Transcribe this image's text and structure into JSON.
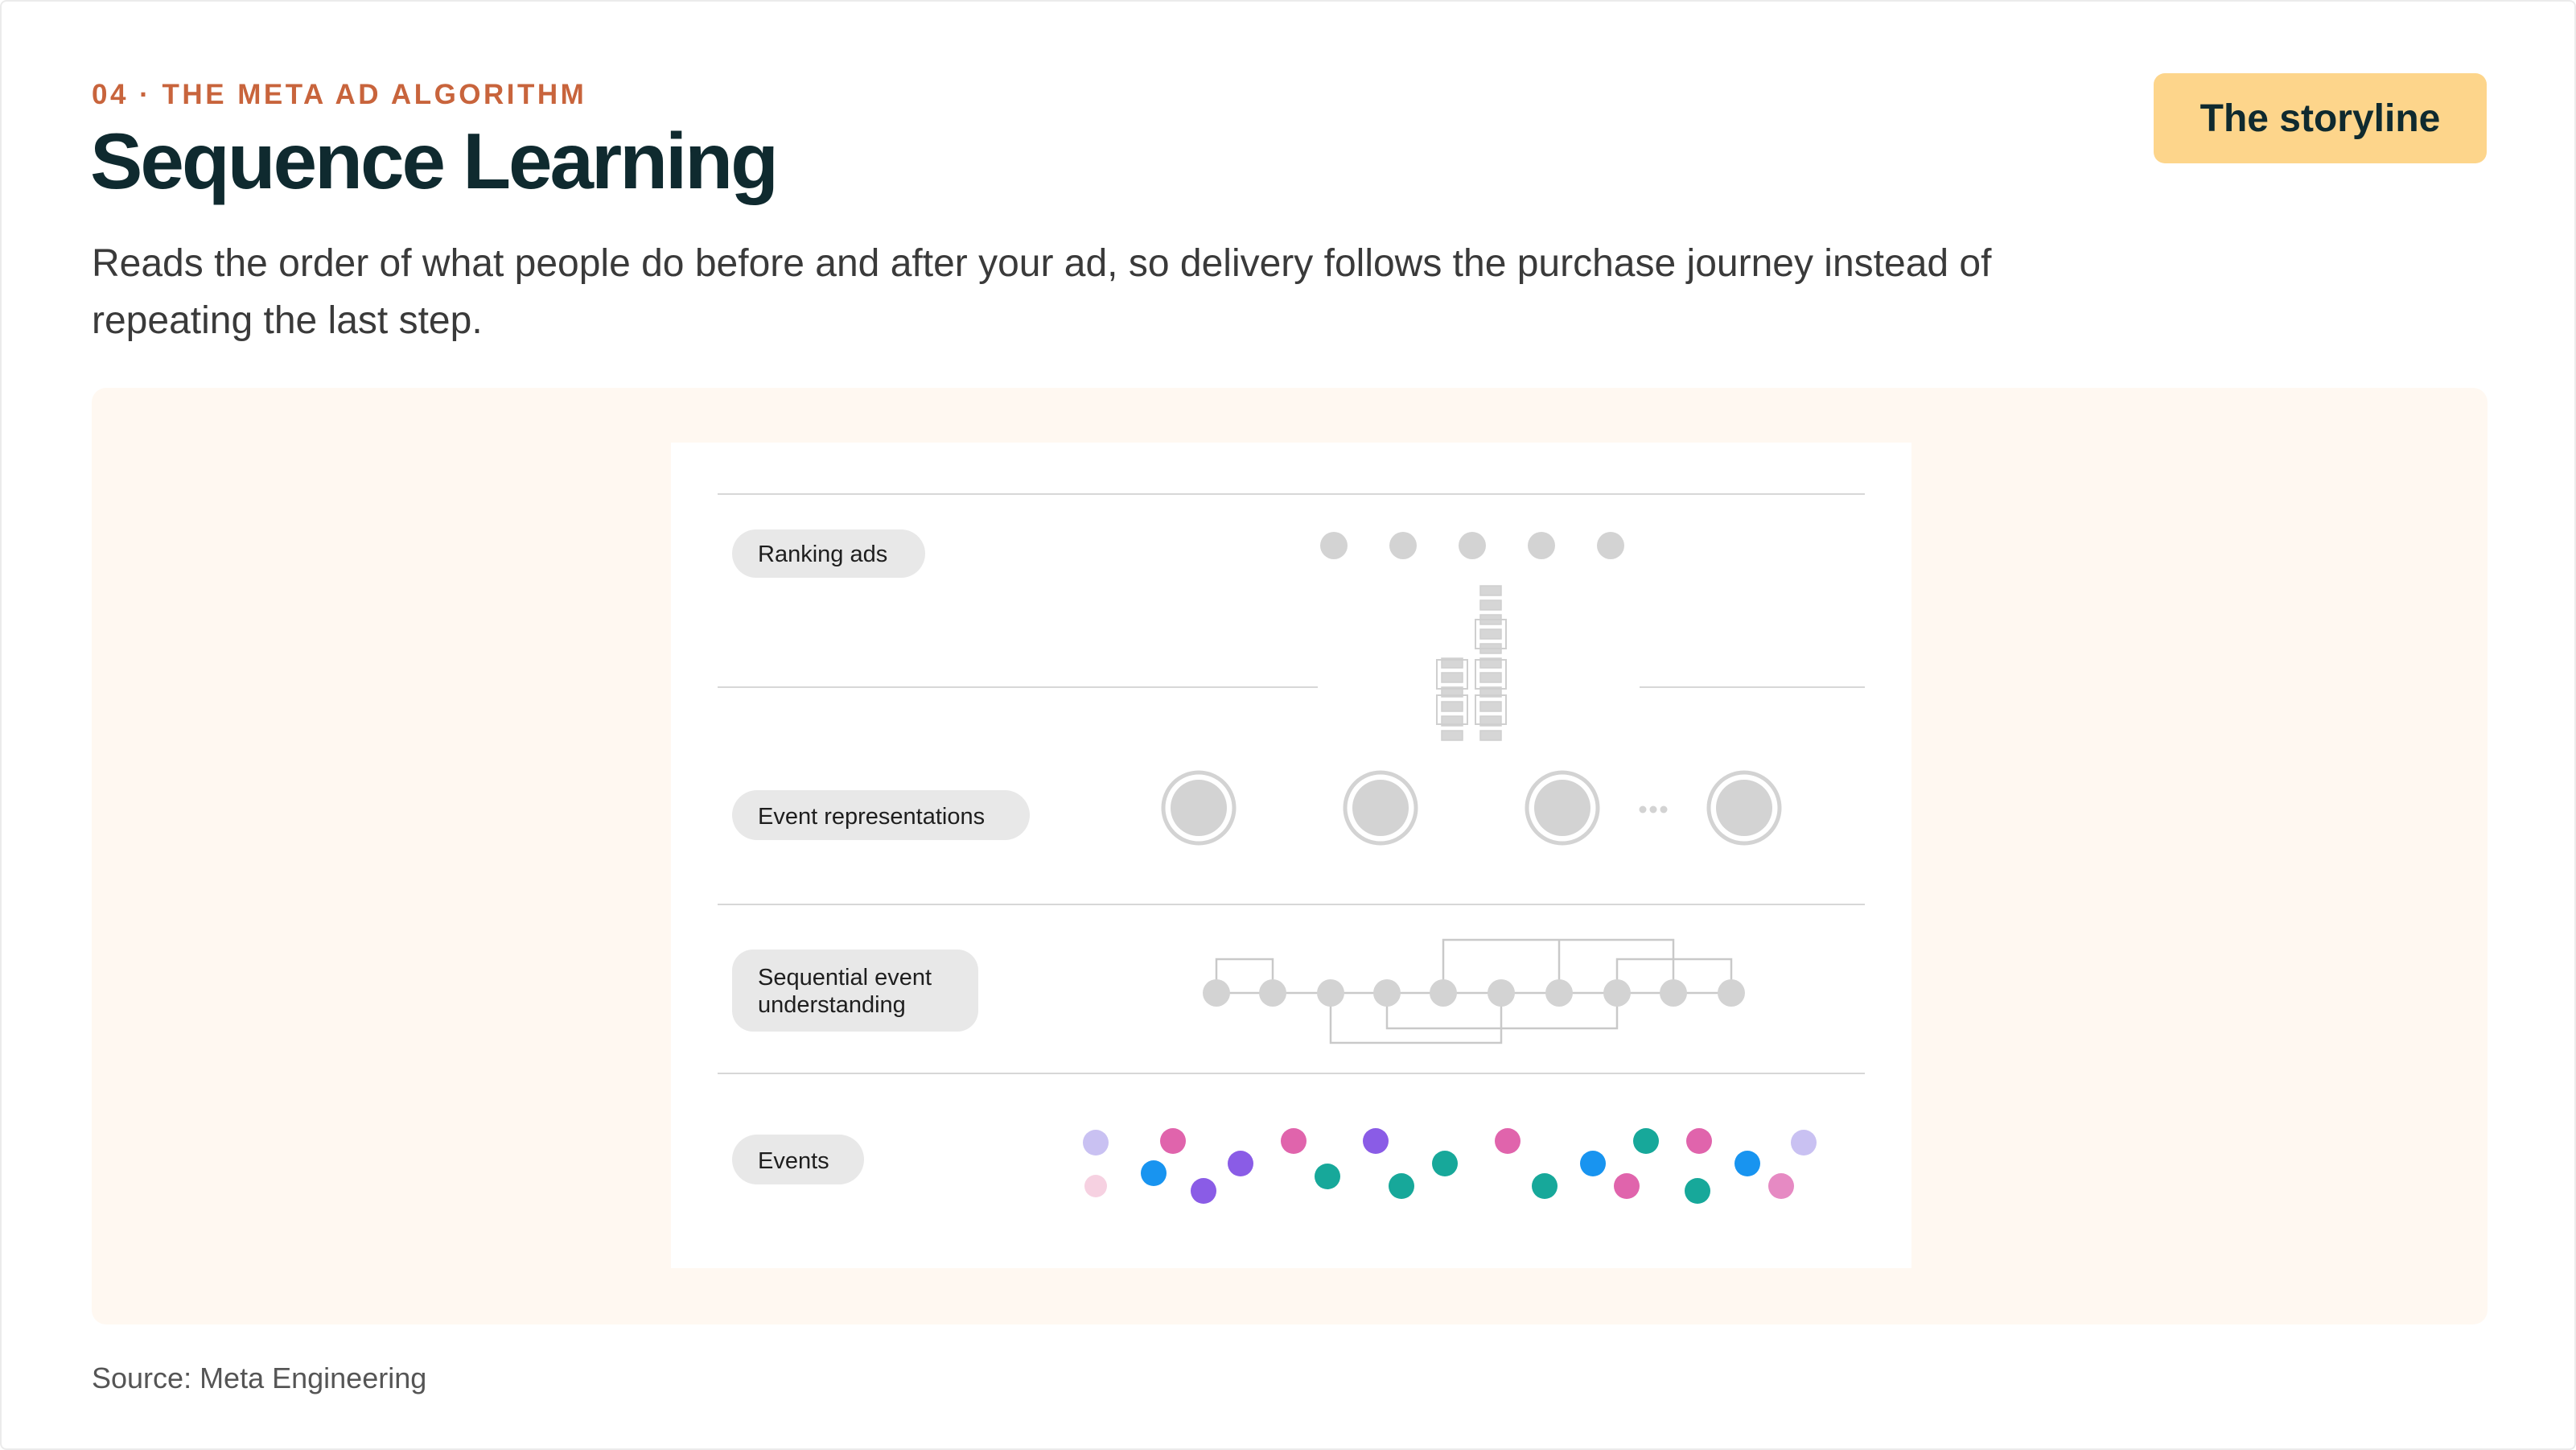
{
  "header": {
    "eyebrow": "04 · THE META AD ALGORITHM",
    "title": "Sequence Learning",
    "subtitle": "Reads the order of what people do before and after your ad, so delivery follows the purchase journey instead of repeating the last step.",
    "storyline_button": "The storyline"
  },
  "diagram": {
    "layers": [
      {
        "id": "ranking",
        "label": "Ranking ads"
      },
      {
        "id": "event-representations",
        "label": "Event representations"
      },
      {
        "id": "sequential",
        "label_line1": "Sequential event",
        "label_line2": "understanding"
      },
      {
        "id": "events",
        "label": "Events"
      }
    ],
    "ellipsis_icon": "ellipsis-icon",
    "event_colors": [
      "#e064ac",
      "#8a5ce6",
      "#1894f0",
      "#17a89a",
      "#c9c1f2",
      "#f4c6d9"
    ]
  },
  "footer": {
    "source": "Source: Meta Engineering"
  },
  "colors": {
    "accent": "#c8643c",
    "title": "#0f2a2f",
    "button_bg": "#fdd58b",
    "panel_bg": "#fff8f1",
    "node_gray": "#d3d3d3"
  }
}
